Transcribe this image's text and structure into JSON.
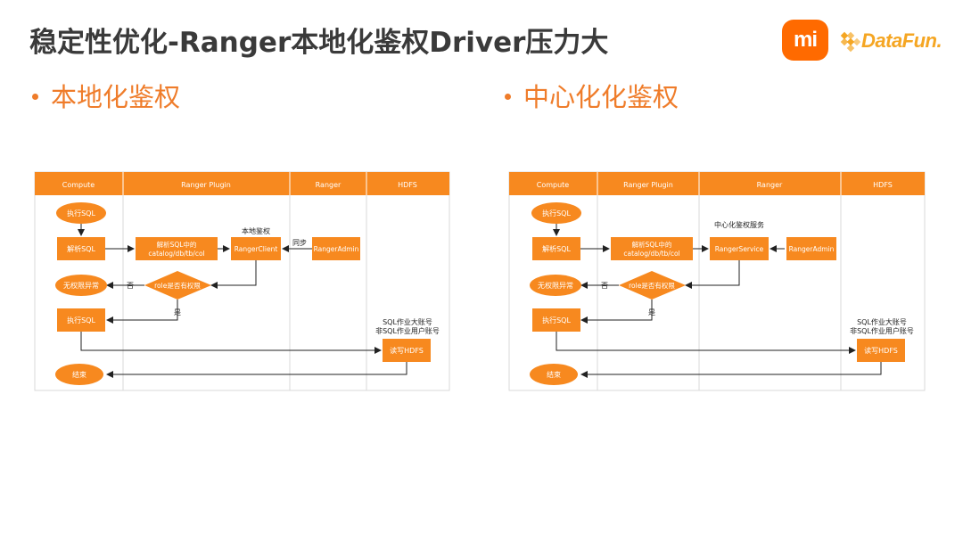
{
  "slide": {
    "title": "稳定性优化-Ranger本地化鉴权Driver压力大",
    "logo_mi": "mi",
    "logo_datafun": "DataFun.",
    "bullet_left": "本地化鉴权",
    "bullet_right": "中心化化鉴权",
    "accent_color": "#ef7c2a",
    "box_color": "#f7891f"
  },
  "left_diagram": {
    "lanes": [
      "Compute",
      "Ranger Plugin",
      "Ranger",
      "HDFS"
    ],
    "exec_sql_start": "执行SQL",
    "parse_sql": "解析SQL",
    "parse_catalog_line1": "解析SQL中的",
    "parse_catalog_line2": "catalog/db/tb/col",
    "client_label": "本地鉴权",
    "client_box": "RangerClient",
    "sync_label": "同步",
    "admin_box": "RangerAdmin",
    "decision": "role是否有权限",
    "no_label": "否",
    "yes_label": "是",
    "no_perm": "无权限异常",
    "exec_sql": "执行SQL",
    "account_line1": "SQL作业大账号",
    "account_line2": "非SQL作业用户账号",
    "read_hdfs": "读写HDFS",
    "end": "结束"
  },
  "right_diagram": {
    "lanes": [
      "Compute",
      "Ranger Plugin",
      "Ranger",
      "HDFS"
    ],
    "exec_sql_start": "执行SQL",
    "parse_sql": "解析SQL",
    "parse_catalog_line1": "解析SQL中的",
    "parse_catalog_line2": "catalog/db/tb/col",
    "service_label": "中心化鉴权服务",
    "service_box": "RangerService",
    "admin_box": "RangerAdmin",
    "decision": "role是否有权限",
    "no_label": "否",
    "yes_label": "是",
    "no_perm": "无权限异常",
    "exec_sql": "执行SQL",
    "account_line1": "SQL作业大账号",
    "account_line2": "非SQL作业用户账号",
    "read_hdfs": "读写HDFS",
    "end": "结束"
  }
}
